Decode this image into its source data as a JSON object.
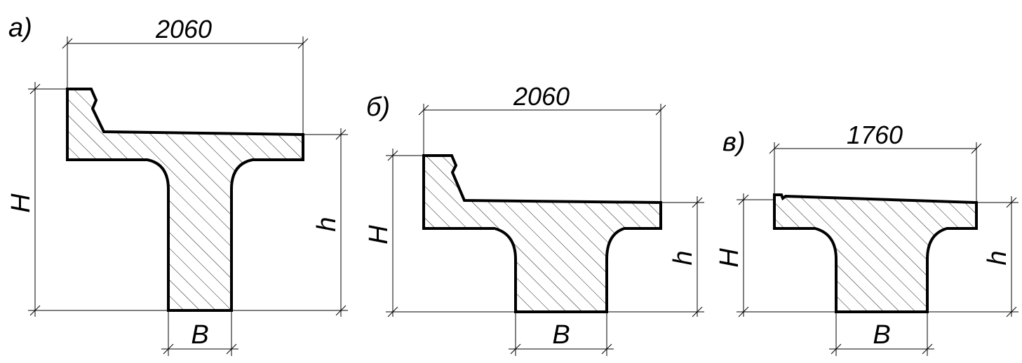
{
  "panels": [
    {
      "id": "a",
      "label": "а)",
      "width_dim": "2060",
      "H_label": "H",
      "h_label": "h",
      "B_label": "B"
    },
    {
      "id": "b",
      "label": "б)",
      "width_dim": "2060",
      "H_label": "H",
      "h_label": "h",
      "B_label": "B"
    },
    {
      "id": "c",
      "label": "в)",
      "width_dim": "1760",
      "H_label": "H",
      "h_label": "h",
      "B_label": "B"
    }
  ]
}
